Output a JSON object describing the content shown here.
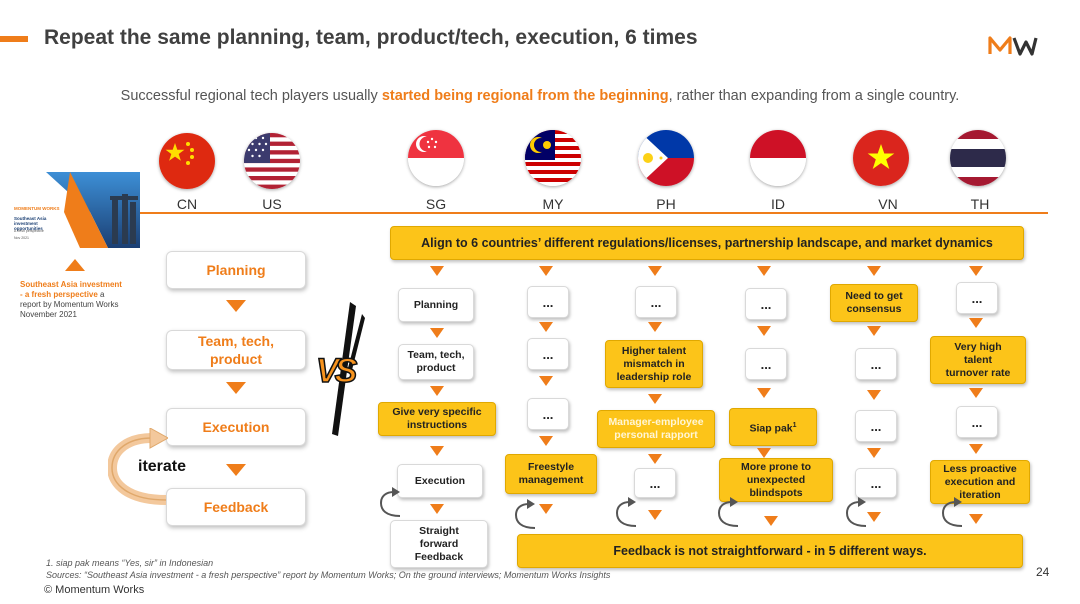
{
  "header": {
    "title": "Repeat the same planning, team, product/tech, execution, 6 times",
    "subtitle_before": "Successful regional tech players usually ",
    "subtitle_highlight": "started being regional from the beginning",
    "subtitle_after": ", rather than expanding from a single country.",
    "logo_text": "MW"
  },
  "countries": [
    "CN",
    "US",
    "SG",
    "MY",
    "PH",
    "ID",
    "VN",
    "TH"
  ],
  "report": {
    "cover_title": "Southeast Asia investment opportunities",
    "cover_subtitle": "A fresh perspective",
    "cover_date": "Nov 2021",
    "cover_brand": "MOMENTUM WORKS",
    "title_line1": "Southeast Asia investment",
    "title_line2": "- a fresh perspective",
    "title_line3": " a",
    "line4": "report by Momentum Works",
    "line5": "November 2021"
  },
  "left_flow": {
    "planning": "Planning",
    "team_line1": "Team, tech,",
    "team_line2": "product",
    "execution": "Execution",
    "feedback": "Feedback",
    "iterate": "iterate"
  },
  "vs_text": "VS",
  "top_banner": "Align to 6 countries’ different regulations/licenses, partnership landscape, and market dynamics",
  "bottom_banner": "Feedback is not straightforward - in 5 different ways.",
  "columns": {
    "sg": {
      "planning": "Planning",
      "team_line1": "Team, tech,",
      "team_line2": "product",
      "instructions_line1": "Give very specific",
      "instructions_line2": "instructions",
      "execution": "Execution",
      "feedback_line1": "Straight",
      "feedback_line2": "forward",
      "feedback_line3": "Feedback"
    },
    "my": {
      "ellipsis": "...",
      "freestyle_line1": "Freestyle",
      "freestyle_line2": "management"
    },
    "ph": {
      "ellipsis": "...",
      "talent_line1": "Higher talent",
      "talent_line2": "mismatch in",
      "talent_line3": "leadership role",
      "rapport_line1": "Manager-employee",
      "rapport_line2": "personal rapport"
    },
    "id": {
      "ellipsis": "...",
      "siap": "Siap pak",
      "siap_sup": "1",
      "blind_line1": "More prone to",
      "blind_line2": "unexpected",
      "blind_line3": "blindspots"
    },
    "vn": {
      "ellipsis": "...",
      "consensus_line1": "Need to get",
      "consensus_line2": "consensus"
    },
    "th": {
      "ellipsis": "...",
      "turnover_line1": "Very high",
      "turnover_line2": "talent",
      "turnover_line3": "turnover rate",
      "proactive_line1": "Less proactive",
      "proactive_line2": "execution and",
      "proactive_line3": "iteration"
    }
  },
  "footer": {
    "note": "1. siap pak means “Yes, sir” in Indonesian",
    "sources": "Sources: “Southeast Asia investment - a fresh perspective” report by Momentum Works; On the ground interviews; Momentum Works Insights",
    "copyright": "© Momentum Works",
    "page": "24"
  },
  "colors": {
    "accent": "#ef7d1a",
    "banner": "#fcc419",
    "text": "#404040"
  }
}
